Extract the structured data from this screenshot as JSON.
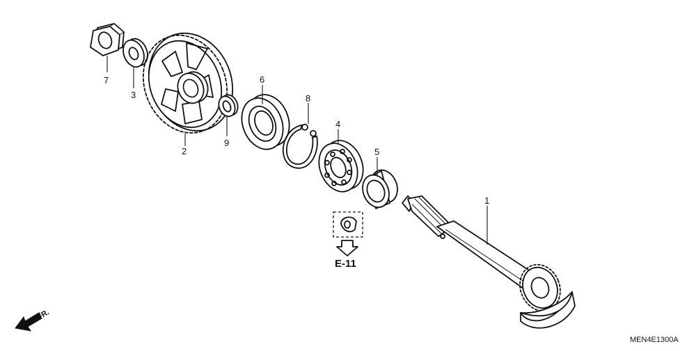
{
  "parts": [
    {
      "id": "1",
      "label": "1"
    },
    {
      "id": "2",
      "label": "2"
    },
    {
      "id": "3",
      "label": "3"
    },
    {
      "id": "4",
      "label": "4"
    },
    {
      "id": "5",
      "label": "5"
    },
    {
      "id": "6",
      "label": "6"
    },
    {
      "id": "7",
      "label": "7"
    },
    {
      "id": "8",
      "label": "8"
    },
    {
      "id": "9",
      "label": "9"
    }
  ],
  "reference": {
    "label": "E-11"
  },
  "direction": {
    "label": "FR."
  },
  "diagram_code": "MEN4E1300A"
}
